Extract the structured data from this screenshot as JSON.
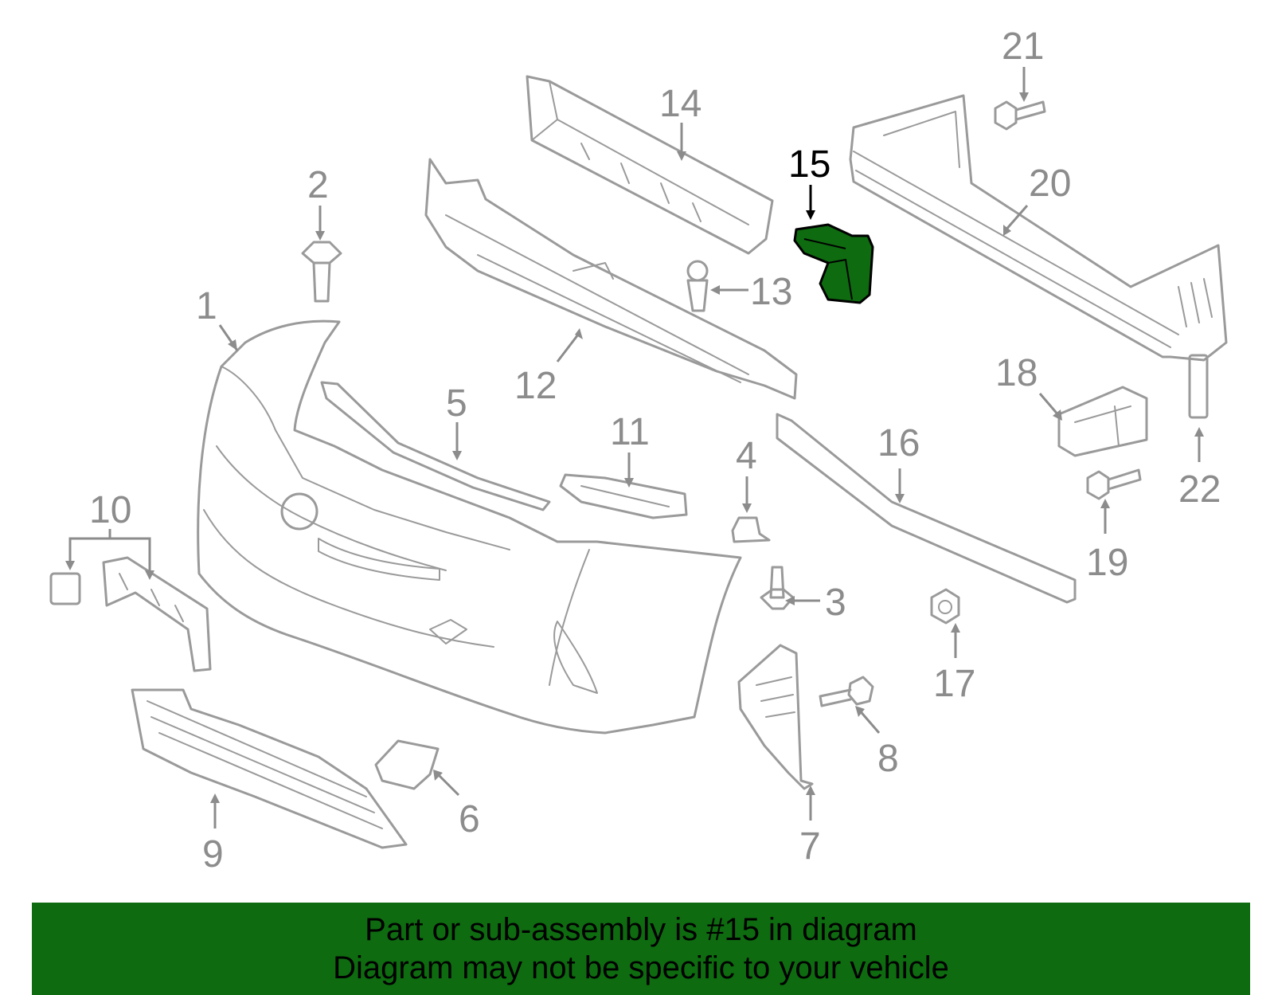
{
  "highlight_color": "#0e6b10",
  "part_color": "#9a9a9a",
  "callouts": [
    {
      "id": "1",
      "label": "1"
    },
    {
      "id": "2",
      "label": "2"
    },
    {
      "id": "3",
      "label": "3"
    },
    {
      "id": "4",
      "label": "4"
    },
    {
      "id": "5",
      "label": "5"
    },
    {
      "id": "6",
      "label": "6"
    },
    {
      "id": "7",
      "label": "7"
    },
    {
      "id": "8",
      "label": "8"
    },
    {
      "id": "9",
      "label": "9"
    },
    {
      "id": "10",
      "label": "10"
    },
    {
      "id": "11",
      "label": "11"
    },
    {
      "id": "12",
      "label": "12"
    },
    {
      "id": "13",
      "label": "13"
    },
    {
      "id": "14",
      "label": "14"
    },
    {
      "id": "15",
      "label": "15",
      "highlighted": true
    },
    {
      "id": "16",
      "label": "16"
    },
    {
      "id": "17",
      "label": "17"
    },
    {
      "id": "18",
      "label": "18"
    },
    {
      "id": "19",
      "label": "19"
    },
    {
      "id": "20",
      "label": "20"
    },
    {
      "id": "21",
      "label": "21"
    },
    {
      "id": "22",
      "label": "22"
    }
  ],
  "banner": {
    "line1": "Part or sub-assembly is #15 in diagram",
    "line2": "Diagram may not be specific to your vehicle"
  }
}
